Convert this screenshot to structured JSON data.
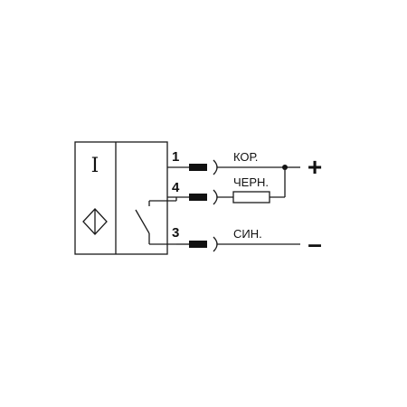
{
  "sensor": {
    "type_letter": "I",
    "symbol_icon": "inductive-sensor-diamond-icon",
    "switch_icon": "switch-contact-icon"
  },
  "wires": [
    {
      "pin": "1",
      "label": "КОР."
    },
    {
      "pin": "4",
      "label": "ЧЕРН."
    },
    {
      "pin": "3",
      "label": "СИН."
    }
  ],
  "load": {
    "icon": "resistor-icon"
  },
  "polarity": {
    "positive": "+",
    "negative": "–"
  }
}
